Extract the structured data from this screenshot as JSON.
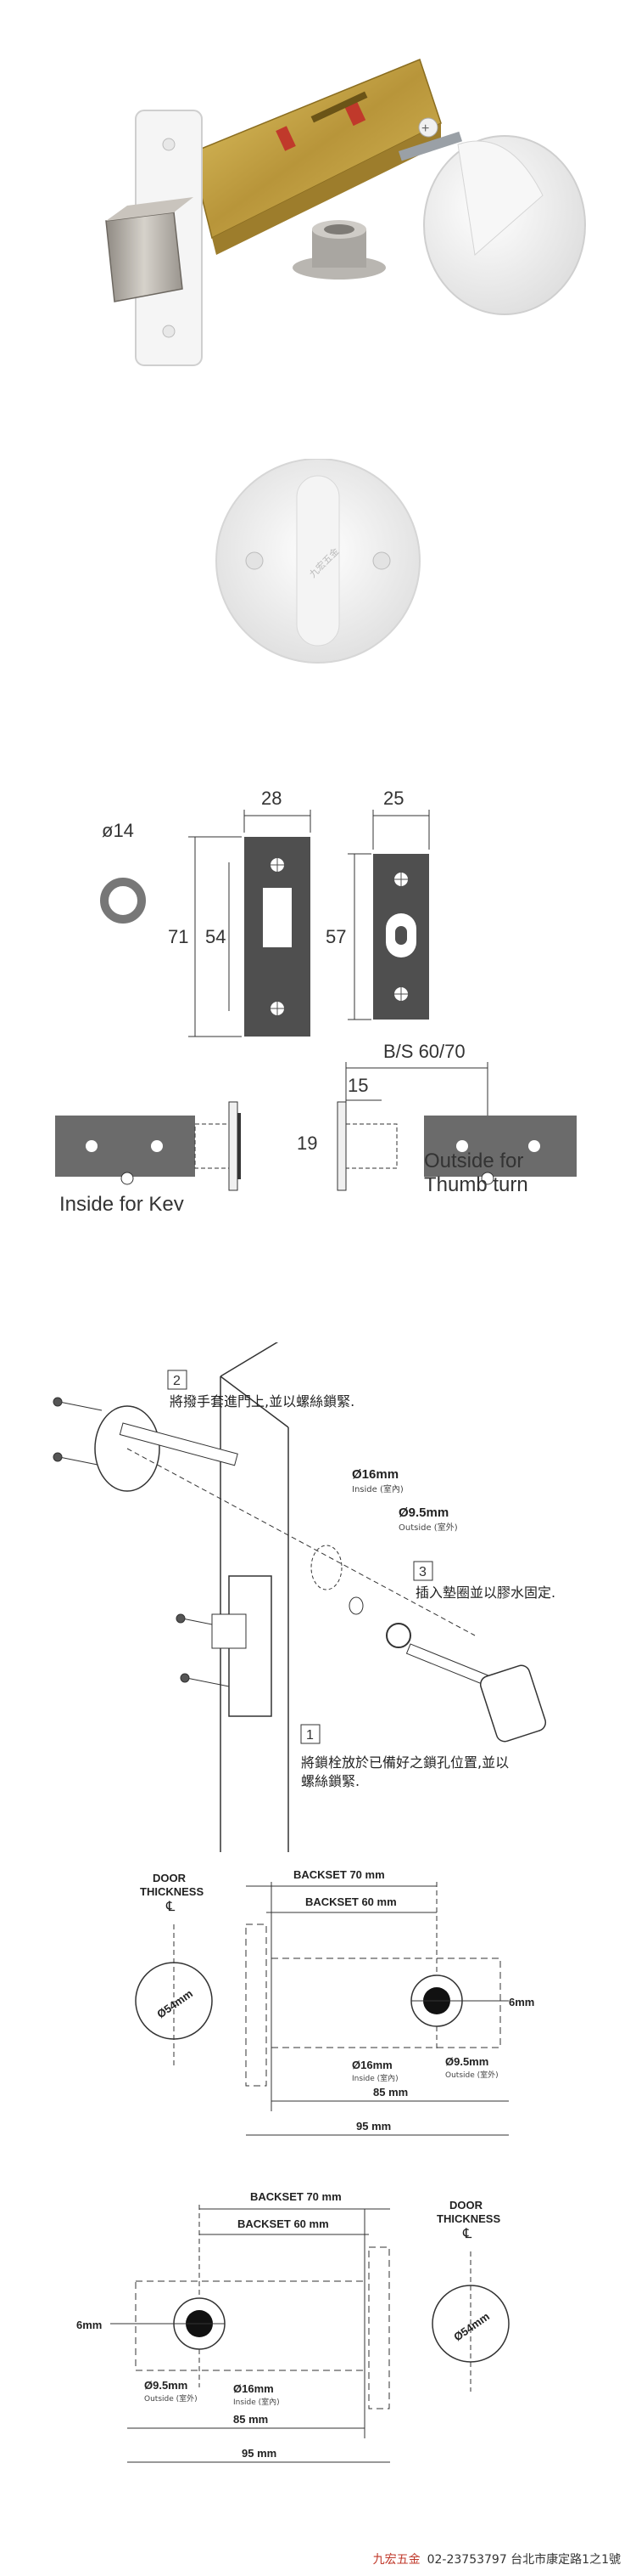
{
  "dims_section": {
    "hole_dia": "ø14",
    "plate_width_left": "28",
    "plate_width_right": "25",
    "plate_height_outer": "71",
    "plate_height_inner": "54",
    "plate_height_right": "57",
    "backset": "B/S 60/70",
    "latch_15": "15",
    "latch_19": "19",
    "inside_label": "Inside for Key",
    "outside_label_line1": "Outside for",
    "outside_label_line2": "Thumb turn"
  },
  "install_section": {
    "step1_num": "1",
    "step1_line1": "將鎖栓放於已備好之鎖孔位置,並以",
    "step1_line2": "螺絲鎖緊.",
    "step2_num": "2",
    "step2_text": "將撥手套進門上,並以螺絲鎖緊.",
    "step3_num": "3",
    "step3_text": "插入墊圈並以膠水固定.",
    "hole16": "Ø16mm",
    "hole16_sub": "Inside (室內)",
    "hole95": "Ø9.5mm",
    "hole95_sub": "Outside (室外)"
  },
  "template1": {
    "door_thickness_1": "DOOR",
    "door_thickness_2": "THICKNESS",
    "cl": "℄",
    "backset70": "BACKSET 70 mm",
    "backset60": "BACKSET 60 mm",
    "bore": "Ø54mm",
    "dim6": "6mm",
    "h16": "Ø16mm",
    "h16_sub": "Inside (室內)",
    "h95": "Ø9.5mm",
    "h95_sub": "Outside (室外)",
    "dim85": "85 mm",
    "dim95": "95 mm"
  },
  "template2": {
    "door_thickness_1": "DOOR",
    "door_thickness_2": "THICKNESS",
    "cl": "℄",
    "backset70": "BACKSET 70 mm",
    "backset60": "BACKSET 60 mm",
    "bore": "Ø54mm",
    "dim6": "6mm",
    "h95": "Ø9.5mm",
    "h95_sub": "Outside (室外)",
    "h16": "Ø16mm",
    "h16_sub": "Inside (室內)",
    "dim85": "85 mm",
    "dim95": "95 mm"
  },
  "watermark": "九宏五金",
  "footer": {
    "brand": "九宏五金",
    "info": "02-23753797  台北市康定路1之1號"
  },
  "colors": {
    "brass": "#c9a93c",
    "plate": "#f4f4f4",
    "knob": "#a8a39b",
    "bar": "#6b6b6b",
    "footer_brand": "#c0392b"
  }
}
